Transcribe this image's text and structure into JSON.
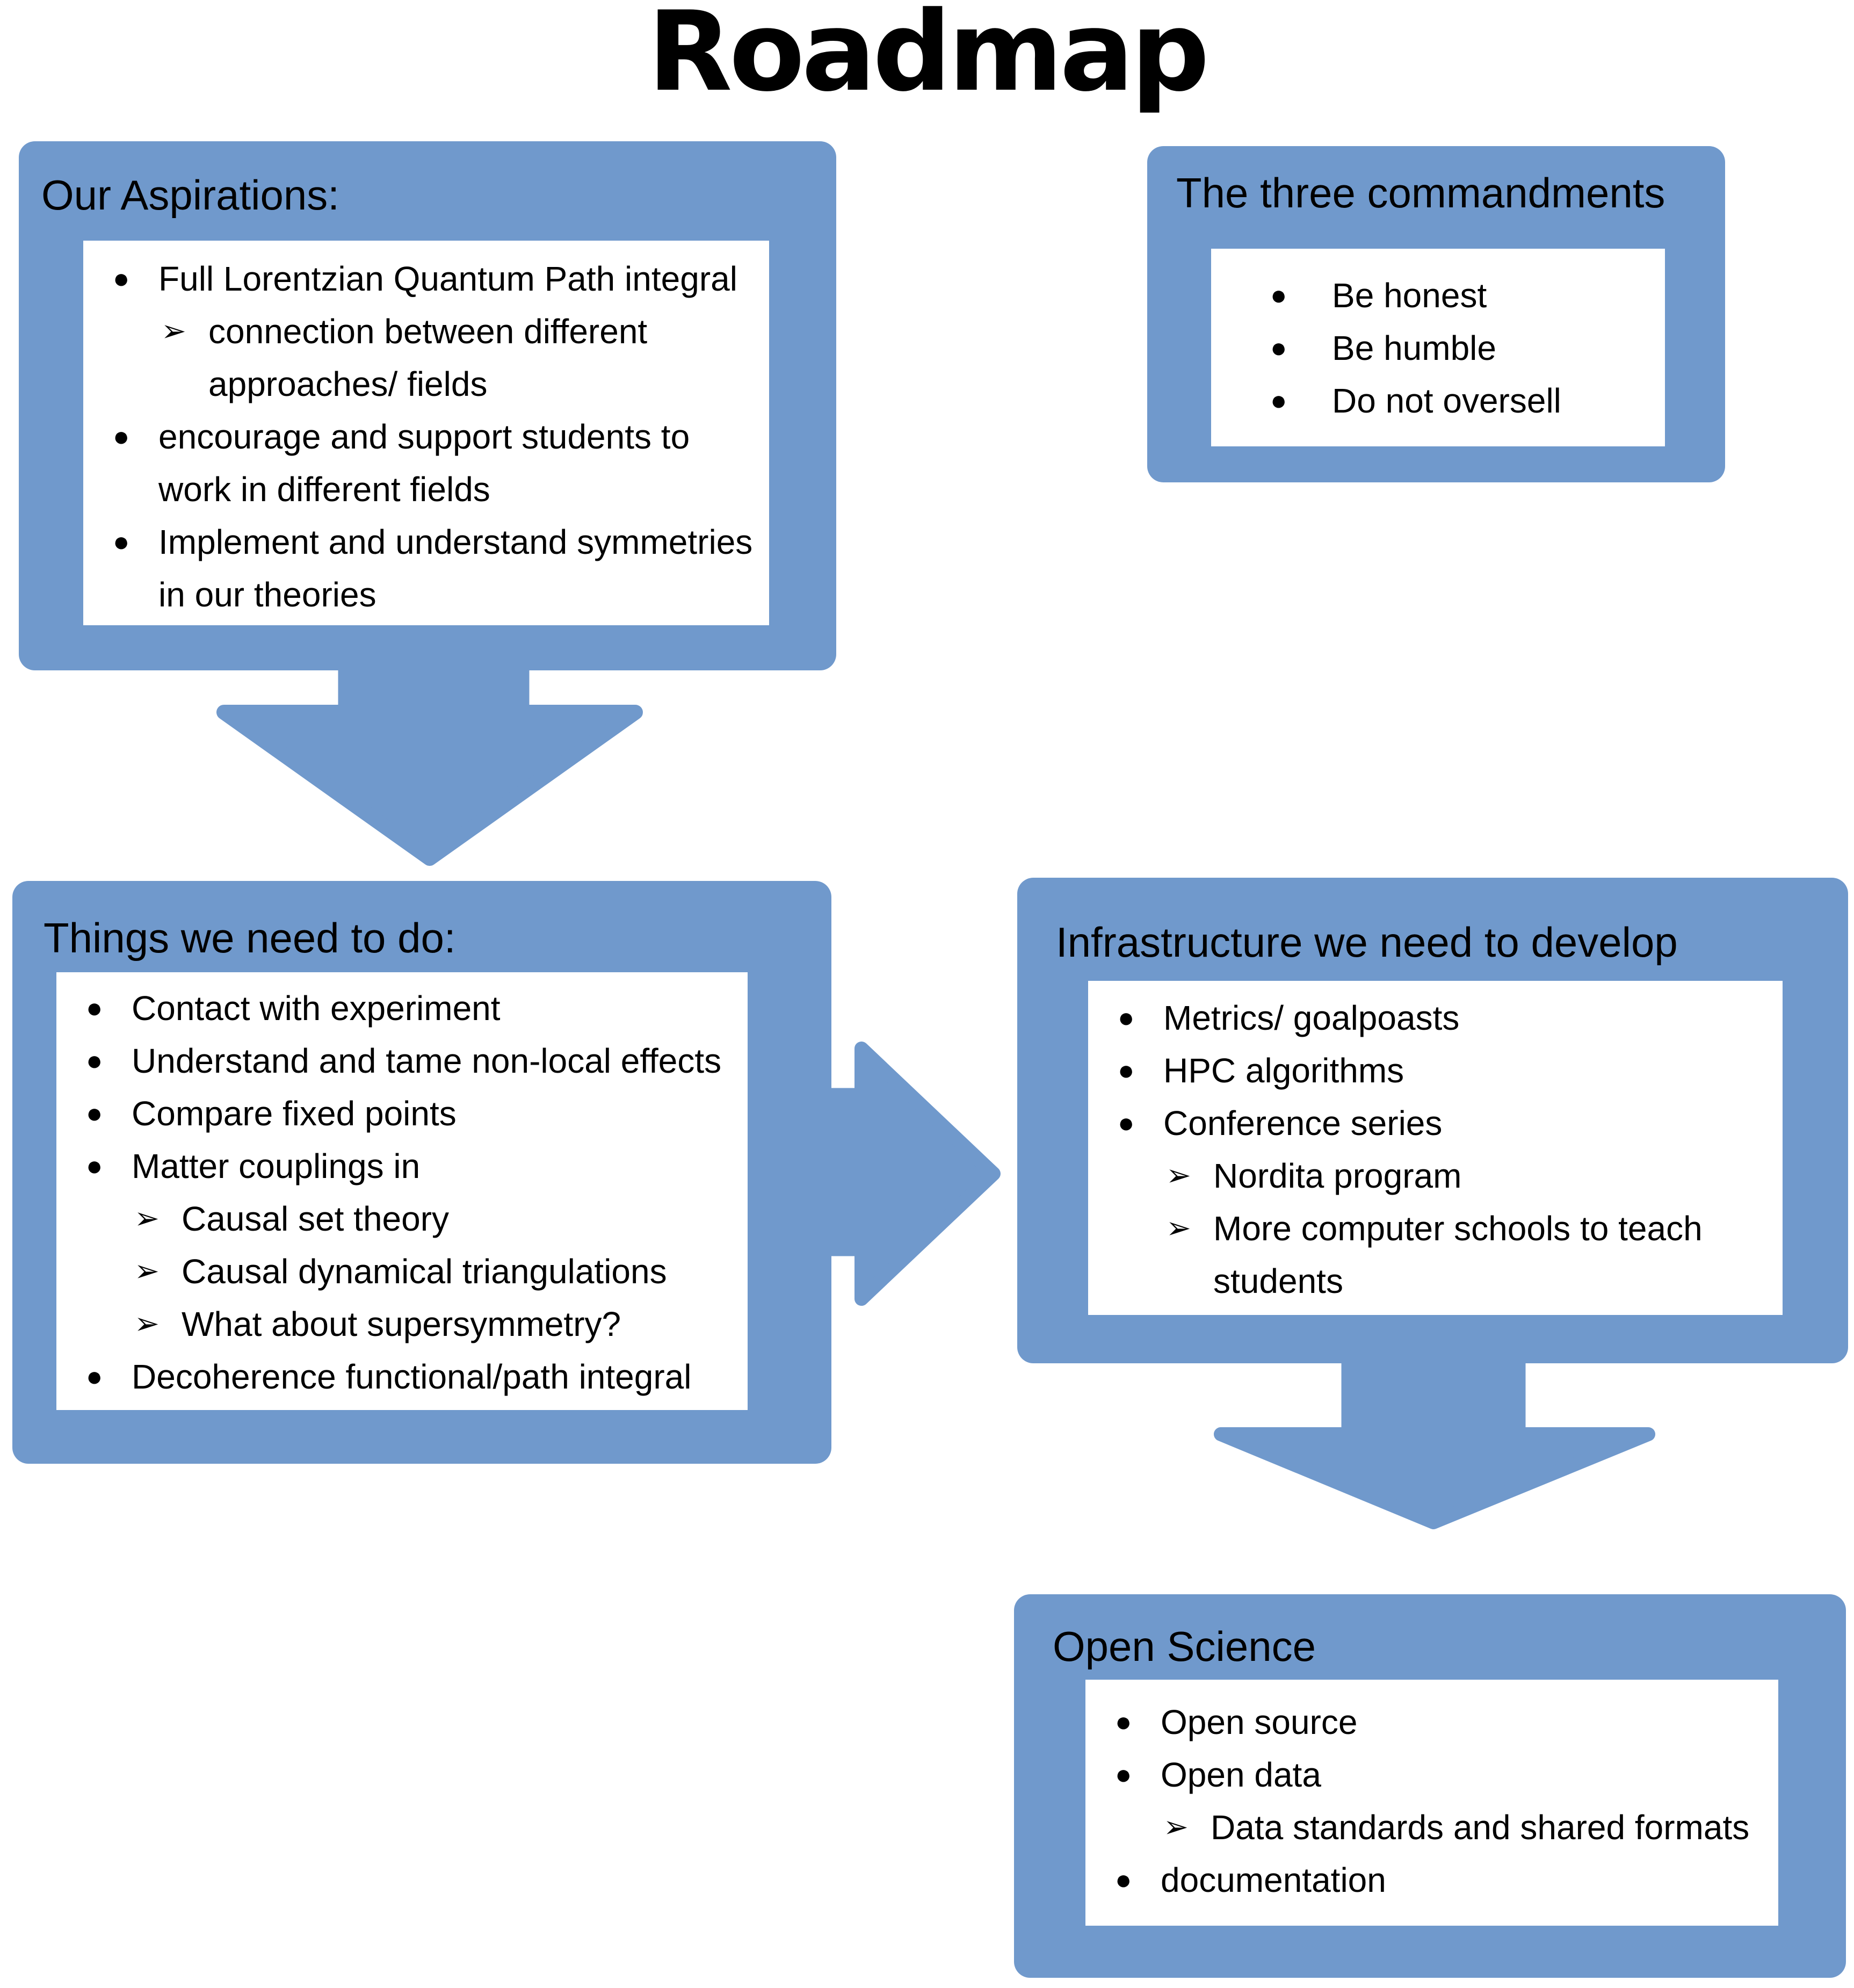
{
  "title": "Roadmap",
  "colors": {
    "accent": "#7099cc",
    "page_bg": "#ffffff",
    "panel_bg": "#ffffff",
    "text": "#000000"
  },
  "icons": {
    "bullet": "●",
    "sub_bullet": "➢"
  },
  "boxes": {
    "aspirations": {
      "header": "Our Aspirations:",
      "items": [
        {
          "level": 1,
          "text": "Full Lorentzian Quantum Path integral"
        },
        {
          "level": 2,
          "text": "connection between different approaches/ fields"
        },
        {
          "level": 1,
          "text": "encourage and support students to work in different fields"
        },
        {
          "level": 1,
          "text": "Implement and understand symmetries in our theories"
        }
      ]
    },
    "commandments": {
      "header": "The three commandments",
      "items": [
        {
          "level": 1,
          "text": "Be honest"
        },
        {
          "level": 1,
          "text": "Be humble"
        },
        {
          "level": 1,
          "text": "Do not oversell"
        }
      ]
    },
    "todo": {
      "header": "Things we need to do:",
      "items": [
        {
          "level": 1,
          "text": "Contact with experiment"
        },
        {
          "level": 1,
          "text": "Understand and tame non-local effects"
        },
        {
          "level": 1,
          "text": "Compare fixed points"
        },
        {
          "level": 1,
          "text": "Matter couplings in"
        },
        {
          "level": 2,
          "text": "Causal set theory"
        },
        {
          "level": 2,
          "text": "Causal dynamical triangulations"
        },
        {
          "level": 2,
          "text": "What about supersymmetry?"
        },
        {
          "level": 1,
          "text": "Decoherence functional/path integral"
        }
      ]
    },
    "infrastructure": {
      "header": "Infrastructure we need to develop",
      "items": [
        {
          "level": 1,
          "text": "Metrics/ goalpoasts"
        },
        {
          "level": 1,
          "text": "HPC algorithms"
        },
        {
          "level": 1,
          "text": "Conference series"
        },
        {
          "level": 2,
          "text": "Nordita program"
        },
        {
          "level": 2,
          "text": "More computer schools to teach students"
        }
      ]
    },
    "open_science": {
      "header": "Open Science",
      "items": [
        {
          "level": 1,
          "text": "Open source"
        },
        {
          "level": 1,
          "text": "Open data"
        },
        {
          "level": 2,
          "text": "Data standards and shared formats"
        },
        {
          "level": 1,
          "text": "documentation"
        }
      ]
    }
  }
}
